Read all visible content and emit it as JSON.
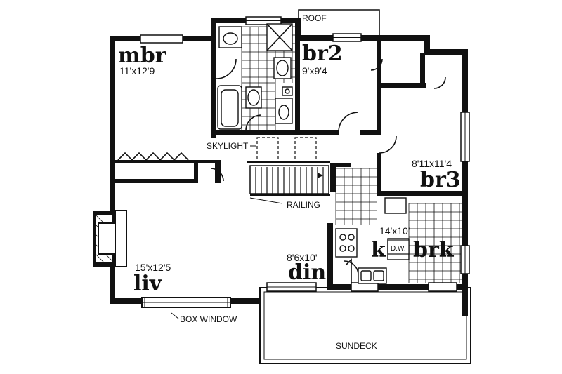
{
  "rooms": {
    "mbr": {
      "name": "mbr",
      "size": "11'x12'9"
    },
    "br2": {
      "name": "br2",
      "size": "9'x9'4"
    },
    "br3": {
      "name": "br3",
      "size": "8'11x11'4"
    },
    "liv": {
      "name": "liv",
      "size": "15'x12'5"
    },
    "din": {
      "name": "din",
      "size": "8'6x10'"
    },
    "k": {
      "name": "k",
      "size": "14'x10'"
    },
    "brk": {
      "name": "brk"
    }
  },
  "labels": {
    "roof": "ROOF",
    "skylight": "SKYLIGHT",
    "railing": "RAILING",
    "box_window": "BOX WINDOW",
    "sundeck": "SUNDECK",
    "dishwasher": "D.W."
  }
}
